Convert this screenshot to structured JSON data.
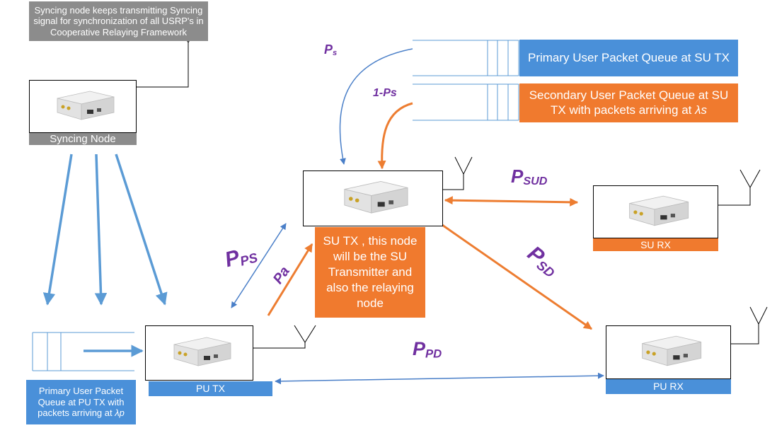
{
  "colors": {
    "blue_arrow": "#4a7fc8",
    "light_blue_arrow": "#5b9bd5",
    "orange_arrow": "#ed7d31",
    "queue_blue": "#4a90d9",
    "queue_orange": "#f07a2e",
    "label_purple": "#7030a0",
    "note_grey": "#8c8c8c"
  },
  "sync_note": "Syncing node keeps transmitting Syncing signal for synchronization of all USRP's in Cooperative Relaying Framework",
  "nodes": {
    "sync": {
      "label": "Syncing Node"
    },
    "su_tx": {
      "label": "SU TX , this node will be the SU Transmitter and also the relaying node"
    },
    "su_rx": {
      "label": "SU RX"
    },
    "pu_tx": {
      "label": "PU TX"
    },
    "pu_rx": {
      "label": "PU RX"
    }
  },
  "queues": {
    "primary_su": "Primary User Packet Queue at SU TX",
    "secondary_su_prefix": "Secondary User Packet Queue at SU TX with packets arriving at ",
    "secondary_su_rate": "λs",
    "primary_pu_prefix": "Primary User Packet Queue at PU TX with packets arriving at ",
    "primary_pu_rate": "λp"
  },
  "labels": {
    "ps": {
      "main": "P",
      "sub": "s"
    },
    "one_minus_ps": "1-Ps",
    "psud": {
      "main": "P",
      "sub": "SUD"
    },
    "pps": {
      "main": "P",
      "sub": "PS"
    },
    "pa": "Pa",
    "psd": {
      "main": "P",
      "sub": "SD"
    },
    "ppd": {
      "main": "P",
      "sub": "PD"
    }
  },
  "icons": [
    "usrp-device-icon",
    "antenna-icon"
  ]
}
